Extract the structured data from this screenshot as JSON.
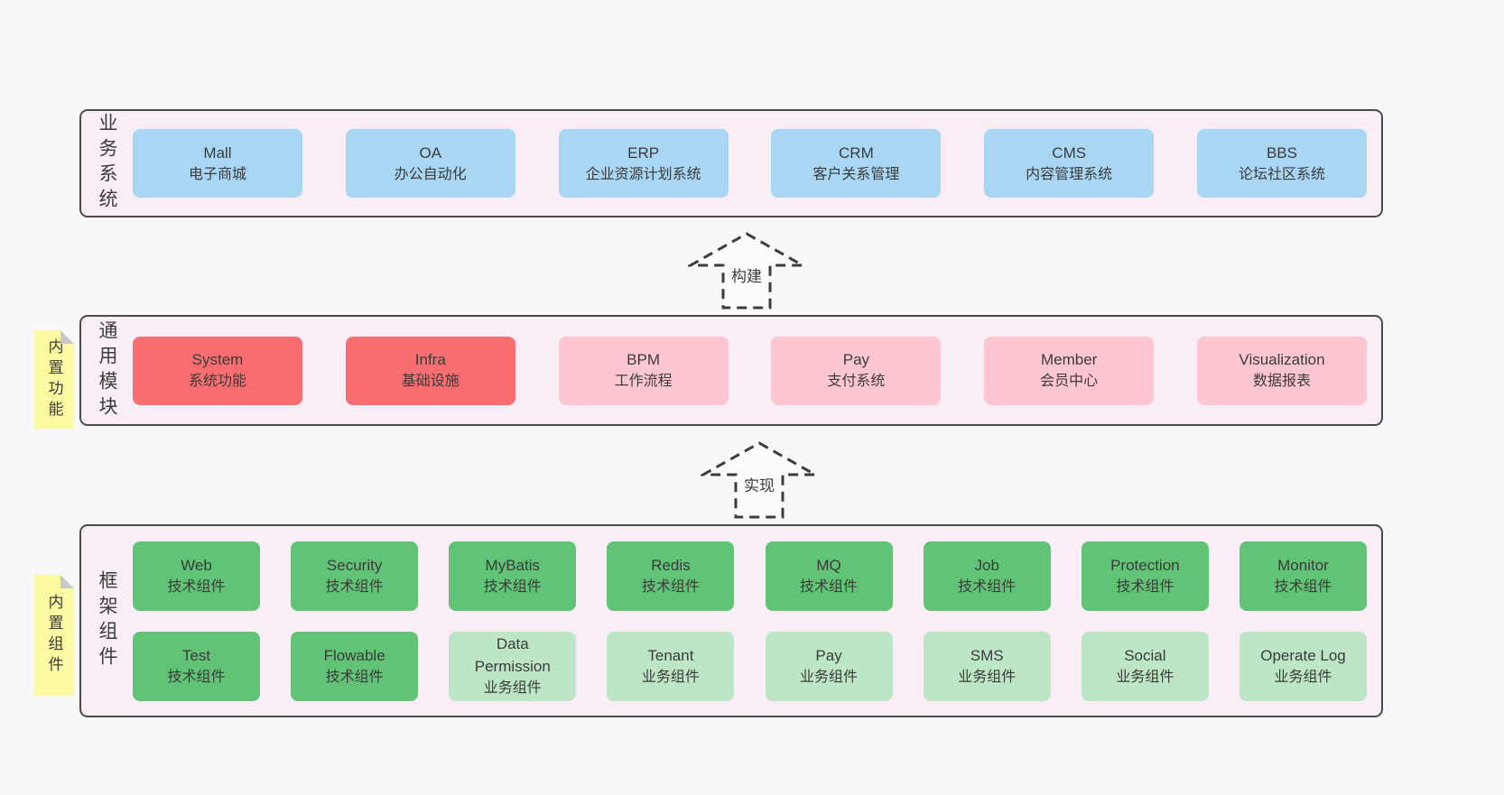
{
  "colors": {
    "page_bg": "#f8f8f8",
    "panel_bg": "#f9edf6",
    "panel_border": "#4b4b4b",
    "blue": "#a9d7f3",
    "red": "#f76d70",
    "pink": "#fdc6d1",
    "green": "#61c376",
    "green_light": "#bce6c5",
    "note_yellow": "#fbfaa2",
    "note_fold": "#c9c9c9"
  },
  "arrows": [
    {
      "label": "构建"
    },
    {
      "label": "实现"
    }
  ],
  "layers": [
    {
      "id": "business",
      "side_label": "业务系统",
      "note": null,
      "rows": [
        [
          {
            "name": "Mall",
            "sub": "电子商城",
            "variant": "blue"
          },
          {
            "name": "OA",
            "sub": "办公自动化",
            "variant": "blue"
          },
          {
            "name": "ERP",
            "sub": "企业资源计划系统",
            "variant": "blue"
          },
          {
            "name": "CRM",
            "sub": "客户关系管理",
            "variant": "blue"
          },
          {
            "name": "CMS",
            "sub": "内容管理系统",
            "variant": "blue"
          },
          {
            "name": "BBS",
            "sub": "论坛社区系统",
            "variant": "blue"
          }
        ]
      ]
    },
    {
      "id": "modules",
      "side_label": "通用模块",
      "note": "内置功能",
      "rows": [
        [
          {
            "name": "System",
            "sub": "系统功能",
            "variant": "red"
          },
          {
            "name": "Infra",
            "sub": "基础设施",
            "variant": "red"
          },
          {
            "name": "BPM",
            "sub": "工作流程",
            "variant": "pink"
          },
          {
            "name": "Pay",
            "sub": "支付系统",
            "variant": "pink"
          },
          {
            "name": "Member",
            "sub": "会员中心",
            "variant": "pink"
          },
          {
            "name": "Visualization",
            "sub": "数据报表",
            "variant": "pink"
          }
        ]
      ]
    },
    {
      "id": "components",
      "side_label": "框架组件",
      "note": "内置组件",
      "rows": [
        [
          {
            "name": "Web",
            "sub": "技术组件",
            "variant": "green"
          },
          {
            "name": "Security",
            "sub": "技术组件",
            "variant": "green"
          },
          {
            "name": "MyBatis",
            "sub": "技术组件",
            "variant": "green"
          },
          {
            "name": "Redis",
            "sub": "技术组件",
            "variant": "green"
          },
          {
            "name": "MQ",
            "sub": "技术组件",
            "variant": "green"
          },
          {
            "name": "Job",
            "sub": "技术组件",
            "variant": "green"
          },
          {
            "name": "Protection",
            "sub": "技术组件",
            "variant": "green"
          },
          {
            "name": "Monitor",
            "sub": "技术组件",
            "variant": "green"
          }
        ],
        [
          {
            "name": "Test",
            "sub": "技术组件",
            "variant": "green"
          },
          {
            "name": "Flowable",
            "sub": "技术组件",
            "variant": "green"
          },
          {
            "name": "Data Permission",
            "sub": "业务组件",
            "variant": "green-light"
          },
          {
            "name": "Tenant",
            "sub": "业务组件",
            "variant": "green-light"
          },
          {
            "name": "Pay",
            "sub": "业务组件",
            "variant": "green-light"
          },
          {
            "name": "SMS",
            "sub": "业务组件",
            "variant": "green-light"
          },
          {
            "name": "Social",
            "sub": "业务组件",
            "variant": "green-light"
          },
          {
            "name": "Operate Log",
            "sub": "业务组件",
            "variant": "green-light"
          }
        ]
      ]
    }
  ]
}
